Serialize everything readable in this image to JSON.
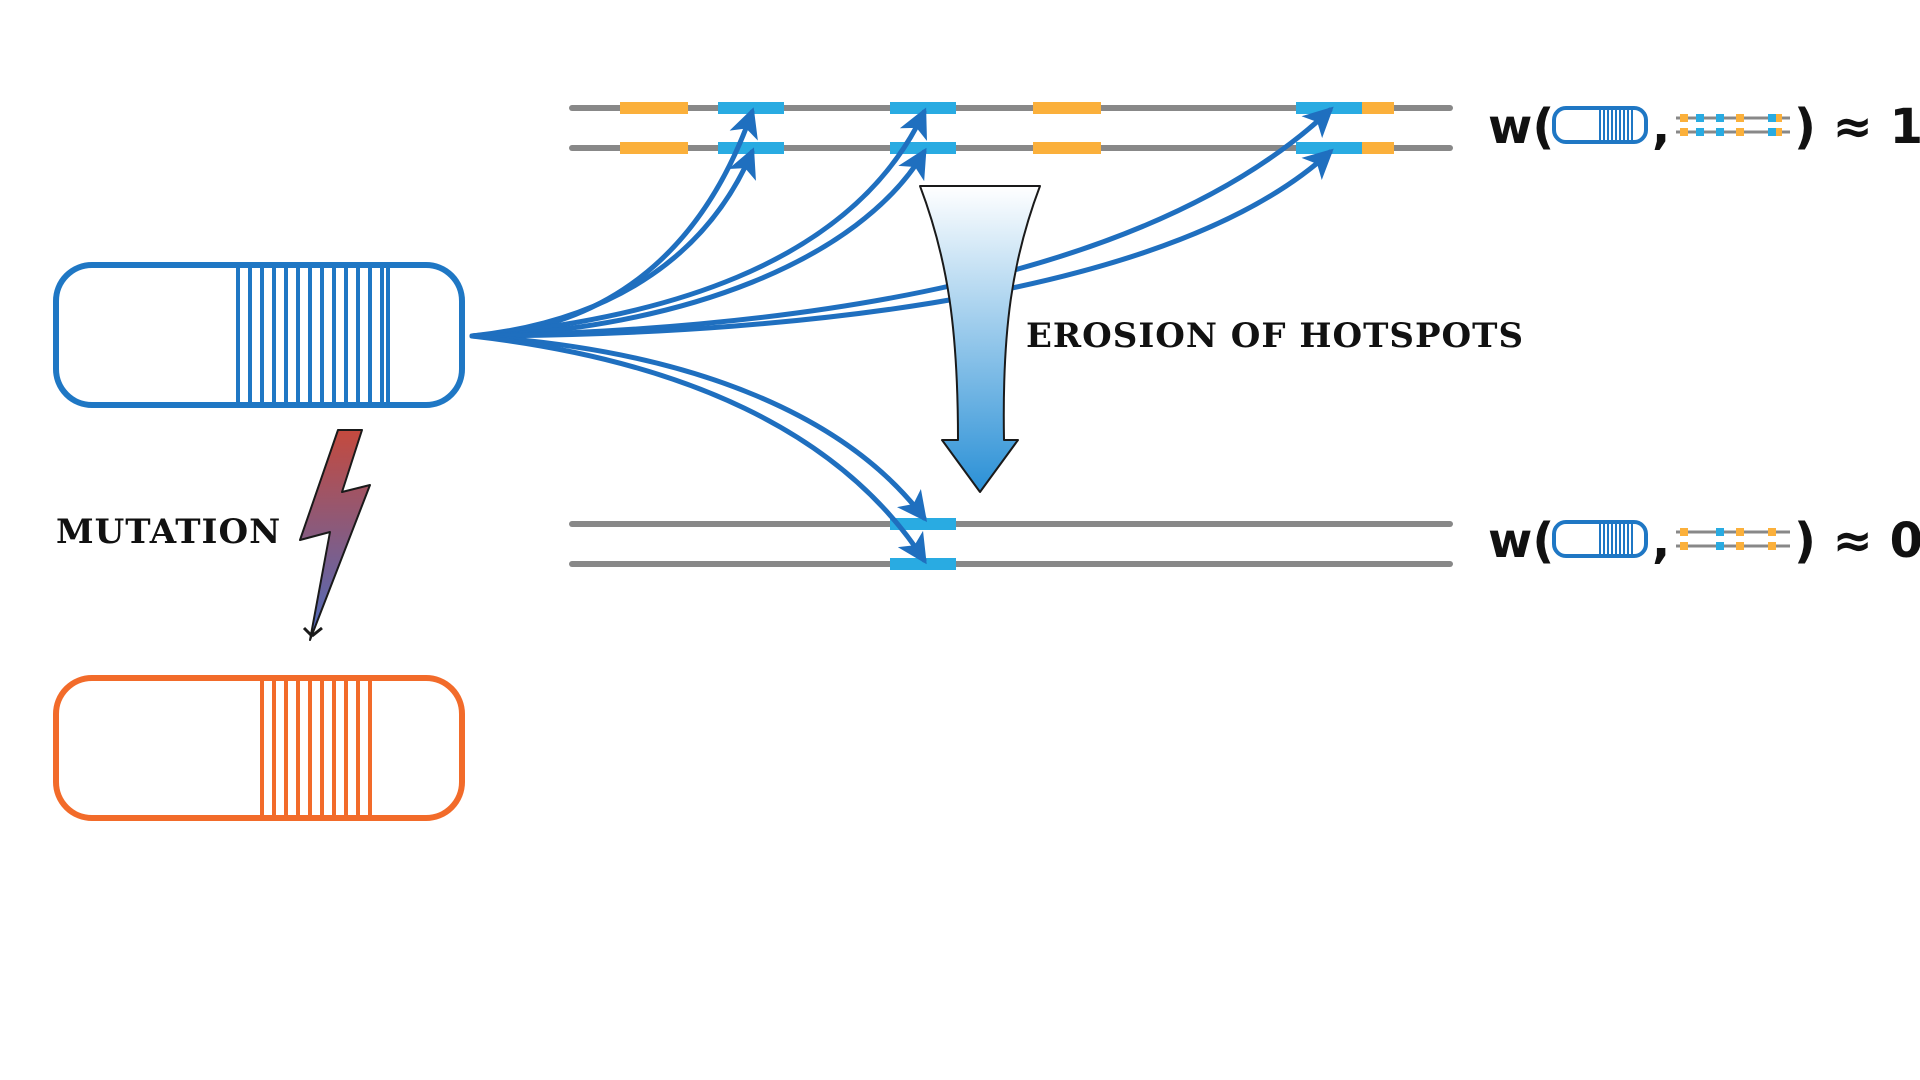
{
  "labels": {
    "erosion": "EROSION OF HOTSPOTS",
    "mutation": "MUTATION"
  },
  "formulas": [
    {
      "prefix": "w(",
      "comma": ",",
      "suffix": ") ≈ 1"
    },
    {
      "prefix": "w(",
      "comma": ",",
      "suffix": ") ≈ 0"
    }
  ],
  "colors": {
    "zinc_finger_original": "#1f77c4",
    "zinc_finger_mutant": "#f26b2a",
    "binding_site_blue": "#29abe2",
    "binding_site_orange": "#fbb03b",
    "dna_strand": "#888888",
    "arrow": "#1f6fbf",
    "lightning_top": "#c0504d",
    "lightning_bottom": "#5b6fb2"
  },
  "icons": {
    "prdm9_protein": "rounded-rectangle-with-zinc-finger-stripes",
    "mutated_prdm9": "rounded-rectangle-with-zinc-finger-stripes",
    "lightning": "lightning-bolt-icon",
    "erosion_arrow": "tapering-down-arrow-icon"
  }
}
